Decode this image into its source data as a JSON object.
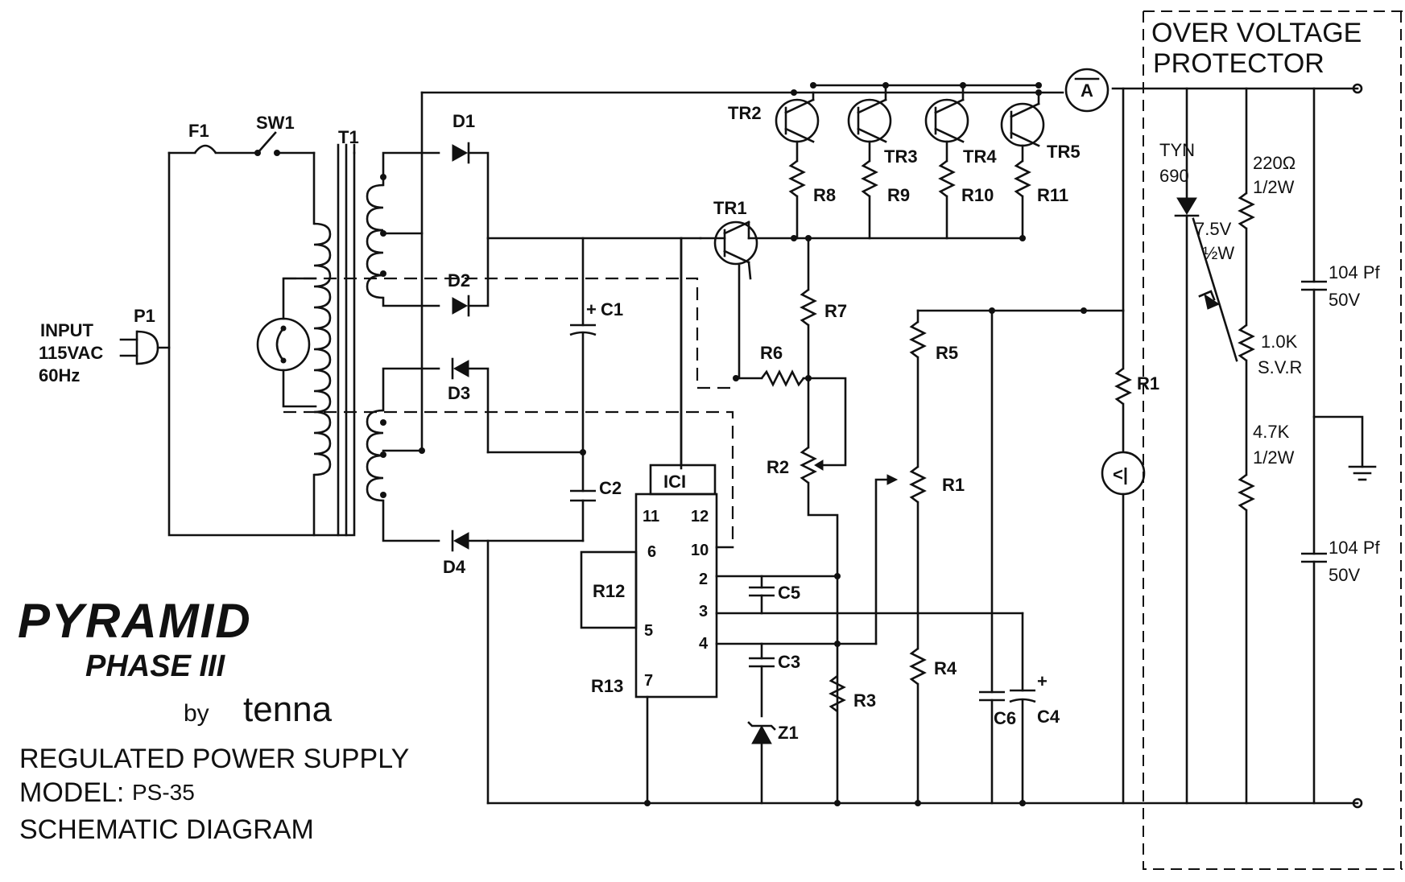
{
  "labels": {
    "input_line1": "INPUT",
    "input_line2": "115VAC",
    "input_line3": "60Hz",
    "p1": "P1",
    "f1": "F1",
    "sw1": "SW1",
    "t1": "T1",
    "d1": "D1",
    "d2": "D2",
    "d3": "D3",
    "d4": "D4",
    "c1": "C1",
    "c1_pol": "+",
    "c2": "C2",
    "c3": "C3",
    "c4": "C4",
    "c4_pol": "+",
    "c5": "C5",
    "c6": "C6",
    "tr1": "TR1",
    "tr2": "TR2",
    "tr3": "TR3",
    "tr4": "TR4",
    "tr5": "TR5",
    "r1_main": "R1",
    "r1_out": "R1",
    "r2": "R2",
    "r3": "R3",
    "r4": "R4",
    "r5": "R5",
    "r6": "R6",
    "r7": "R7",
    "r8": "R8",
    "r9": "R9",
    "r10": "R10",
    "r11": "R11",
    "r12": "R12",
    "r13": "R13",
    "z1": "Z1",
    "ic": "ICI",
    "ic_pins": [
      "11",
      "12",
      "6",
      "10",
      "2",
      "3",
      "4",
      "5",
      "7"
    ],
    "ammeter": "A",
    "voltmeter": "<|"
  },
  "protector": {
    "title_line1": "OVER VOLTAGE",
    "title_line2": "PROTECTOR",
    "scr_line1": "TYN",
    "scr_line2": "690",
    "zener_line1": "7.5V",
    "zener_line2": "½W",
    "r_top_line1": "220Ω",
    "r_top_line2": "1/2W",
    "svr_line1": "1.0K",
    "svr_line2": "S.V.R",
    "r_bot_line1": "4.7K",
    "r_bot_line2": "1/2W",
    "cap_top_line1": "104 Pf",
    "cap_top_line2": "50V",
    "cap_bot_line1": "104 Pf",
    "cap_bot_line2": "50V"
  },
  "brand": {
    "name": "PYRAMID",
    "phase": "PHASE III",
    "by": "by",
    "maker": "tenna"
  },
  "caption": {
    "line1": "REGULATED POWER SUPPLY",
    "model_label": "MODEL:",
    "model_value": "PS-35",
    "line3": "SCHEMATIC DIAGRAM"
  }
}
